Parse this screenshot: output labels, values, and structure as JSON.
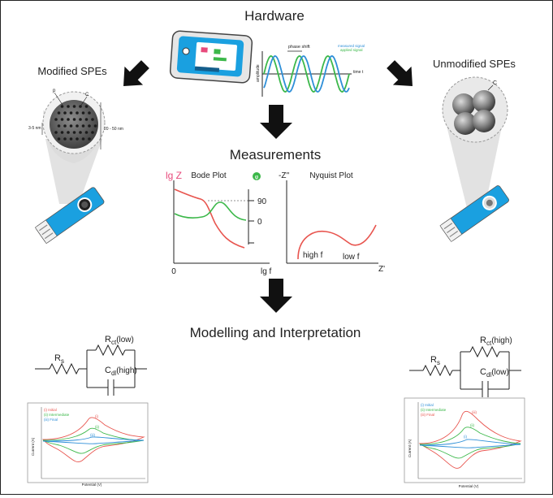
{
  "titles": {
    "hardware": "Hardware",
    "measurements": "Measurements",
    "modelling": "Modelling and Interpretation",
    "modified": "Modified SPEs",
    "unmodified": "Unmodified SPEs"
  },
  "hardware_signal": {
    "phase_shift": "phase shift",
    "measured_signal": "measured signal",
    "applied_signal": "applied signal",
    "amplitude": "amplitude",
    "time": "time t"
  },
  "modified_electrode": {
    "label_p": "p",
    "label_c": "C",
    "dim_left": "3-5 nm",
    "dim_right": "20 - 50 nm"
  },
  "unmodified_electrode": {
    "label_c": "C"
  },
  "bode_plot": {
    "title": "Bode Plot",
    "y_left": "lg Z",
    "x_label": "lg f",
    "x_zero": "0",
    "phase_icon": "phase-symbol-icon",
    "tick_90": "90",
    "tick_0": "0"
  },
  "nyquist_plot": {
    "title": "Nyquist Plot",
    "y_label": "-Z''",
    "x_label": "Z'",
    "high_f": "high f",
    "low_f": "low f"
  },
  "circuit_left": {
    "rs": "R",
    "rs_sub": "s",
    "rct": "R",
    "rct_sub": "ct",
    "rct_note": "(low)",
    "cdl": "C",
    "cdl_sub": "dl",
    "cdl_note": "(high)"
  },
  "circuit_right": {
    "rs": "R",
    "rs_sub": "s",
    "rct": "R",
    "rct_sub": "ct",
    "rct_note": "(high)",
    "cdl": "C",
    "cdl_sub": "dl",
    "cdl_note": "(low)"
  },
  "cv_left": {
    "legend": [
      "(i) Initial",
      "(ii) Intermediate",
      "(iii) Final"
    ],
    "ylabel": "Current (A)",
    "xlabel": "Potential (V)",
    "peak_i": "(i)",
    "peak_ii": "(ii)",
    "peak_iii": "(iii)"
  },
  "cv_right": {
    "legend": [
      "(i) Initial",
      "(ii) Intermediate",
      "(iii) Final"
    ],
    "ylabel": "Current (A)",
    "xlabel": "Potential (V)",
    "peak_i": "(i)",
    "peak_ii": "(ii)",
    "peak_iii": "(iii)"
  },
  "colors": {
    "red": "#e8554f",
    "green": "#3cb84a",
    "blue": "#2e8fd8",
    "device_blue": "#1aa0e0",
    "arrow": "#111111"
  }
}
